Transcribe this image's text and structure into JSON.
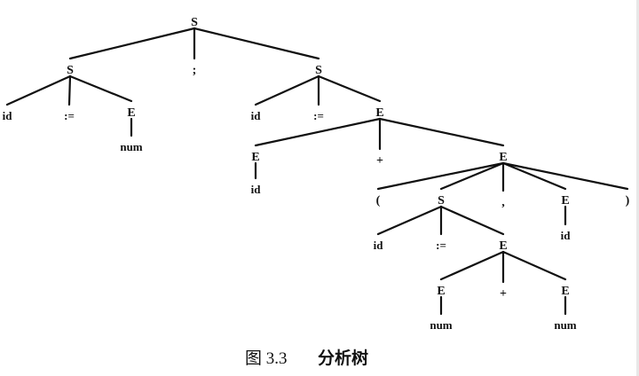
{
  "diagram": {
    "nodes": [
      {
        "id": "n0",
        "label": "S"
      },
      {
        "id": "n1",
        "label": "S"
      },
      {
        "id": "n2",
        "label": ";"
      },
      {
        "id": "n3",
        "label": "S"
      },
      {
        "id": "n4",
        "label": "id"
      },
      {
        "id": "n5",
        "label": ":="
      },
      {
        "id": "n6",
        "label": "E"
      },
      {
        "id": "n7",
        "label": "num"
      },
      {
        "id": "n8",
        "label": "id"
      },
      {
        "id": "n9",
        "label": ":="
      },
      {
        "id": "n10",
        "label": "E"
      },
      {
        "id": "n11",
        "label": "E"
      },
      {
        "id": "n12",
        "label": "+"
      },
      {
        "id": "n13",
        "label": "E"
      },
      {
        "id": "n14",
        "label": "id"
      },
      {
        "id": "n15",
        "label": "("
      },
      {
        "id": "n16",
        "label": "S"
      },
      {
        "id": "n17",
        "label": ","
      },
      {
        "id": "n18",
        "label": "E"
      },
      {
        "id": "n19",
        "label": ")"
      },
      {
        "id": "n20",
        "label": "id"
      },
      {
        "id": "n21",
        "label": "id"
      },
      {
        "id": "n22",
        "label": ":="
      },
      {
        "id": "n23",
        "label": "E"
      },
      {
        "id": "n24",
        "label": "E"
      },
      {
        "id": "n25",
        "label": "+"
      },
      {
        "id": "n26",
        "label": "E"
      },
      {
        "id": "n27",
        "label": "num"
      },
      {
        "id": "n28",
        "label": "num"
      }
    ],
    "edges": [
      [
        "n0",
        "n1"
      ],
      [
        "n0",
        "n2"
      ],
      [
        "n0",
        "n3"
      ],
      [
        "n1",
        "n4"
      ],
      [
        "n1",
        "n5"
      ],
      [
        "n1",
        "n6"
      ],
      [
        "n6",
        "n7"
      ],
      [
        "n3",
        "n8"
      ],
      [
        "n3",
        "n9"
      ],
      [
        "n3",
        "n10"
      ],
      [
        "n10",
        "n11"
      ],
      [
        "n10",
        "n12"
      ],
      [
        "n10",
        "n13"
      ],
      [
        "n11",
        "n14"
      ],
      [
        "n13",
        "n15"
      ],
      [
        "n13",
        "n16"
      ],
      [
        "n13",
        "n17"
      ],
      [
        "n13",
        "n18"
      ],
      [
        "n13",
        "n19"
      ],
      [
        "n18",
        "n20"
      ],
      [
        "n16",
        "n21"
      ],
      [
        "n16",
        "n22"
      ],
      [
        "n16",
        "n23"
      ],
      [
        "n23",
        "n24"
      ],
      [
        "n23",
        "n25"
      ],
      [
        "n23",
        "n26"
      ],
      [
        "n24",
        "n27"
      ],
      [
        "n26",
        "n28"
      ]
    ]
  },
  "caption": {
    "figure_number": "图 3.3",
    "title": "分析树"
  }
}
